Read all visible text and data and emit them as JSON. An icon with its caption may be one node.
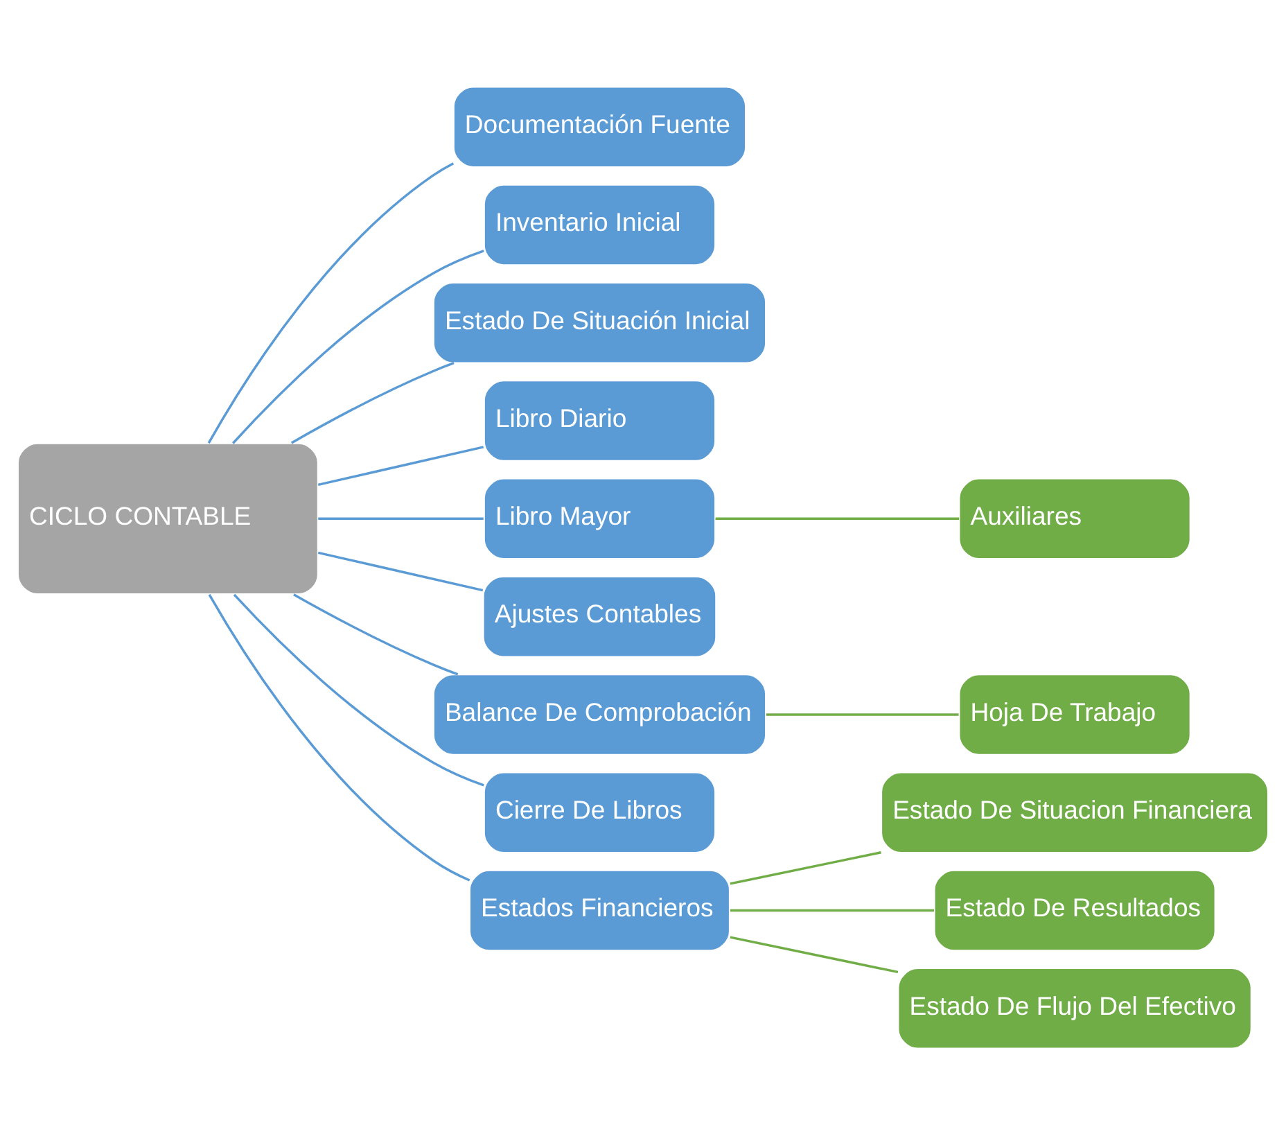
{
  "diagram": {
    "nodes": [
      {
        "text": [
          "CICLO CONTABLE"
        ]
      },
      {
        "text": [
          "Documentación Fuente"
        ]
      },
      {
        "text": [
          "Inventario Inicial"
        ]
      },
      {
        "text": [
          "Estado De Situación Inicial"
        ]
      },
      {
        "text": [
          "Libro Diario"
        ]
      },
      {
        "text": [
          "Libro Mayor"
        ]
      },
      {
        "text": [
          "Auxiliares"
        ]
      },
      {
        "text": [
          "Ajustes Contables"
        ]
      },
      {
        "text": [
          "Balance De Comprobación"
        ]
      },
      {
        "text": [
          "Hoja De Trabajo"
        ]
      },
      {
        "text": [
          "Cierre De Libros"
        ]
      },
      {
        "text": [
          "Estado De Situacion Financiera"
        ]
      },
      {
        "text": [
          "Estados Financieros"
        ]
      },
      {
        "text": [
          "Estado De Resultados"
        ]
      },
      {
        "text": [
          "Estado De Flujo Del Efectivo"
        ]
      }
    ],
    "edges": [
      {
        "from": 0,
        "to": 1,
        "arrow": "none"
      },
      {
        "from": 0,
        "to": 2,
        "arrow": "none"
      },
      {
        "from": 0,
        "to": 3,
        "arrow": "none"
      },
      {
        "from": 0,
        "to": 4,
        "arrow": "none"
      },
      {
        "from": 0,
        "to": 5,
        "arrow": "none"
      },
      {
        "from": 0,
        "to": 7,
        "arrow": "none"
      },
      {
        "from": 0,
        "to": 8,
        "arrow": "none"
      },
      {
        "from": 0,
        "to": 10,
        "arrow": "none"
      },
      {
        "from": 0,
        "to": 12,
        "arrow": "none"
      },
      {
        "from": 5,
        "to": 6,
        "arrow": "none",
        "color": "#70ad47"
      },
      {
        "from": 8,
        "to": 9,
        "arrow": "none",
        "color": "#70ad47"
      },
      {
        "from": 12,
        "to": 11,
        "arrow": "none",
        "color": "#70ad47"
      },
      {
        "from": 12,
        "to": 13,
        "arrow": "none",
        "color": "#70ad47"
      },
      {
        "from": 12,
        "to": 14,
        "arrow": "none",
        "color": "#70ad47"
      }
    ]
  }
}
